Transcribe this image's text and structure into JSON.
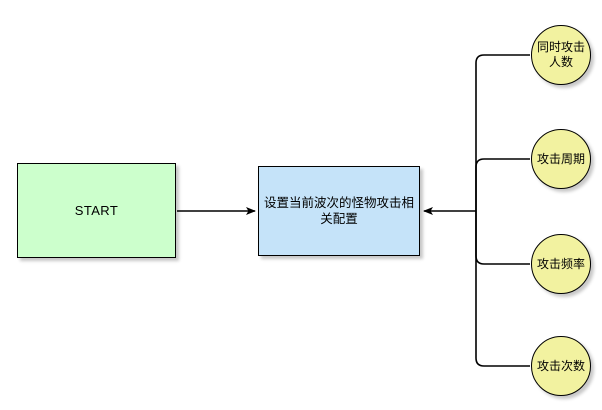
{
  "diagram": {
    "title": "monster-attack-config-flow",
    "colors": {
      "start_fill": "#ccffcc",
      "process_fill": "#c5e3f9",
      "param_fill": "#f2f2a0",
      "stroke": "#000000",
      "background": "#ffffff"
    },
    "nodes": {
      "start": {
        "label": "START",
        "shape": "rectangle"
      },
      "process": {
        "label": "设置当前波次的怪物攻击相关配置",
        "shape": "rectangle"
      },
      "params": [
        {
          "label": "同时攻击人数",
          "shape": "ellipse"
        },
        {
          "label": "攻击周期",
          "shape": "ellipse"
        },
        {
          "label": "攻击频率",
          "shape": "ellipse"
        },
        {
          "label": "攻击次数",
          "shape": "ellipse"
        }
      ]
    },
    "edges": [
      {
        "from": "start",
        "to": "process",
        "style": "straight-arrow"
      },
      {
        "from": "同时攻击人数",
        "to": "process",
        "style": "orthogonal-arrow"
      },
      {
        "from": "攻击周期",
        "to": "process",
        "style": "orthogonal-arrow"
      },
      {
        "from": "攻击频率",
        "to": "process",
        "style": "orthogonal-arrow"
      },
      {
        "from": "攻击次数",
        "to": "process",
        "style": "orthogonal-arrow"
      }
    ]
  }
}
